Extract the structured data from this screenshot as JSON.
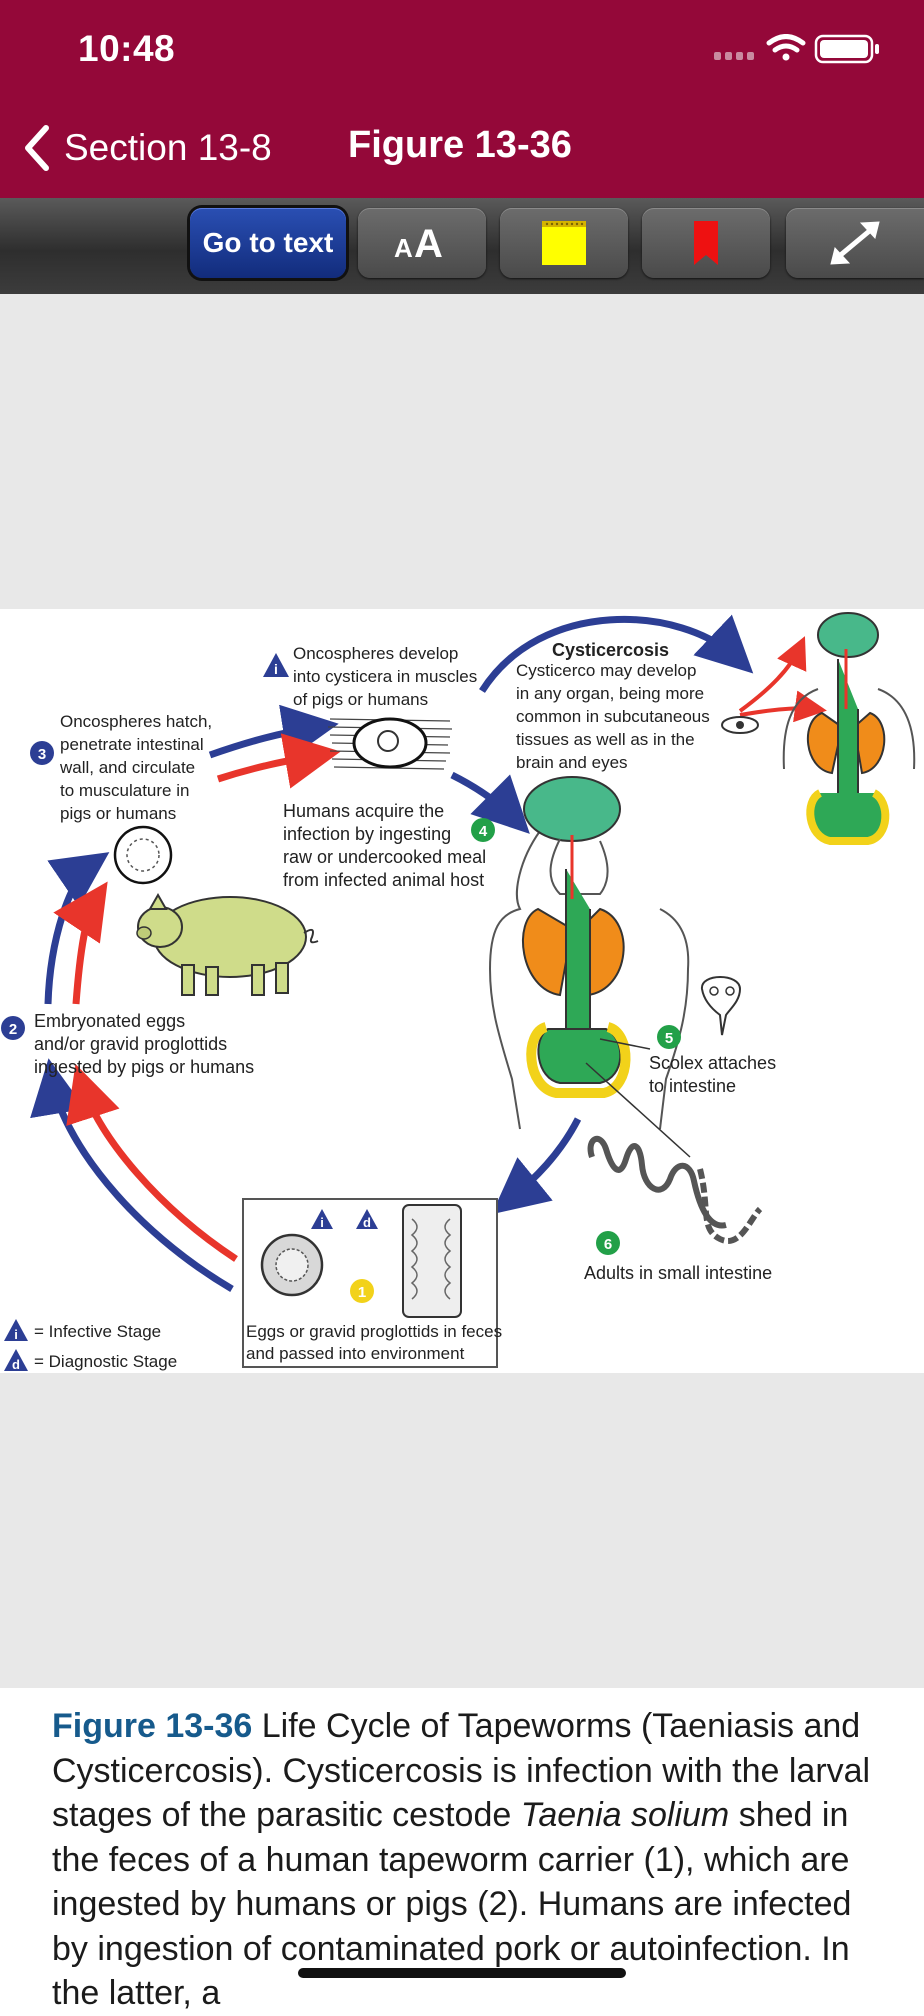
{
  "status": {
    "time": "10:48"
  },
  "nav": {
    "back_label": "Section 13-8",
    "title": "Figure 13-36"
  },
  "toolbar": {
    "go_to_text_label": "Go to text",
    "text_size_label": "AA",
    "note_icon": "note-icon",
    "bookmark_icon": "bookmark-icon",
    "fullscreen_icon": "expand-icon"
  },
  "figure": {
    "step1_caption_line1": "Eggs or gravid proglottids in feces",
    "step1_caption_line2": "and passed into environment",
    "step2_line1": "Embryonated eggs",
    "step2_line2": "and/or gravid proglottids",
    "step2_line3": "ingested by pigs or humans",
    "step3_line1": "Oncospheres hatch,",
    "step3_line2": "penetrate intestinal",
    "step3_line3": "wall, and circulate",
    "step3_line4": "to musculature in",
    "step3_line5": "pigs or humans",
    "infective_line1": "Oncospheres develop",
    "infective_line2": "into cysticera in muscles",
    "infective_line3": "of pigs or humans",
    "cysticercosis_title": "Cysticercosis",
    "cysticercosis_line1": "Cysticerco may develop",
    "cysticercosis_line2": "in any organ, being more",
    "cysticercosis_line3": "common in subcutaneous",
    "cysticercosis_line4": "tissues as well as in the",
    "cysticercosis_line5": "brain and eyes",
    "step4_line1": "Humans acquire the",
    "step4_line2": "infection by ingesting",
    "step4_line3": "raw or undercooked meal",
    "step4_line4": "from infected animal host",
    "step5_line1": "Scolex attaches",
    "step5_line2": "to intestine",
    "step6_text": "Adults in small intestine",
    "legend_infective": "= Infective Stage",
    "legend_diagnostic": "= Diagnostic Stage",
    "badge_1": "1",
    "badge_2": "2",
    "badge_3": "3",
    "badge_4": "4",
    "badge_5": "5",
    "badge_6": "6",
    "badge_i": "i",
    "badge_d": "d"
  },
  "caption": {
    "label": "Figure 13-36",
    "text1": " Life Cycle of Tapeworms (Taeniasis and Cysticercosis). Cysticercosis is infection with the larval stages of the parasitic cestode ",
    "italic": "Taenia solium",
    "text2": " shed in the feces of a human tapeworm carrier (1), which are ingested by humans or pigs (2). Humans are infected by ingestion of contaminated pork or autoinfection. In the latter, a"
  },
  "colors": {
    "brand": "#940839",
    "go_button": "#1f3f9e",
    "caption_label": "#165a8c",
    "arrow_blue": "#2c3e94",
    "arrow_red": "#e8352b",
    "lung_orange": "#f08c1a",
    "brain_green": "#48b88a",
    "intestine_yellow": "#f2d21a"
  }
}
